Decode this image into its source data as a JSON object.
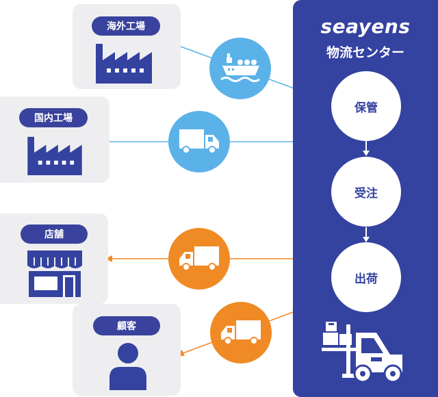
{
  "brand": {
    "logo": "seayens",
    "subtitle": "物流センター"
  },
  "sources": {
    "overseas_factory": "海外工場",
    "domestic_factory": "国内工場"
  },
  "destinations": {
    "store": "店舗",
    "customer": "顧客"
  },
  "process_steps": [
    "保管",
    "受注",
    "出荷"
  ],
  "colors": {
    "navy": "#3442a0",
    "inbound": "#5bb2e8",
    "outbound": "#f08a24",
    "card": "#eeeef1"
  }
}
